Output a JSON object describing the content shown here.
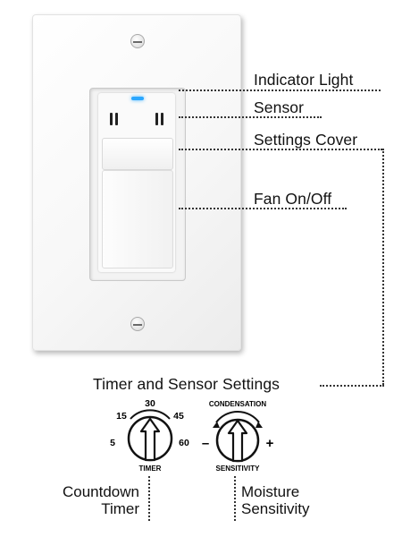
{
  "labels": {
    "indicator_light": "Indicator Light",
    "sensor": "Sensor",
    "settings_cover": "Settings Cover",
    "fan_on_off": "Fan On/Off",
    "timer_sensor_settings": "Timer and Sensor Settings"
  },
  "timer_dial": {
    "ticks": [
      "15",
      "30",
      "45",
      "5",
      "60"
    ],
    "title": "TIMER",
    "caption_line1": "Countdown",
    "caption_line2": "Timer"
  },
  "sensitivity_dial": {
    "top_label": "CONDENSATION",
    "minus": "–",
    "plus": "+",
    "title": "SENSITIVITY",
    "caption_line1": "Moisture",
    "caption_line2": "Sensitivity"
  },
  "colors": {
    "indicator": "#2aa7ff",
    "plate": "#ffffff",
    "line": "#333333"
  }
}
